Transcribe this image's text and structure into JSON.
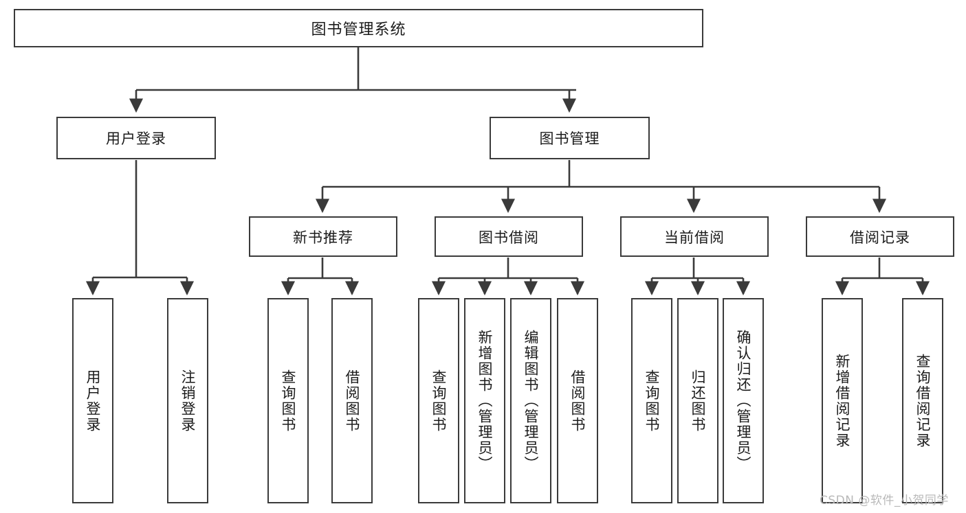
{
  "diagram": {
    "type": "tree-hierarchy",
    "title": "图书管理系统",
    "watermark": "CSDN @软件_小贺同学",
    "colors": {
      "box_border": "#3a3a3a",
      "box_fill": "#ffffff",
      "connector": "#3a3a3a",
      "text": "#1b1b1b",
      "watermark": "#b9b9b9"
    },
    "root": {
      "label": "图书管理系统"
    },
    "level2": [
      {
        "label": "用户登录"
      },
      {
        "label": "图书管理"
      }
    ],
    "level3": [
      {
        "label": "新书推荐"
      },
      {
        "label": "图书借阅"
      },
      {
        "label": "当前借阅"
      },
      {
        "label": "借阅记录"
      }
    ],
    "leaves": {
      "user_login": [
        {
          "label": "用户登录"
        },
        {
          "label": "注销登录"
        }
      ],
      "new_book": [
        {
          "label": "查询图书"
        },
        {
          "label": "借阅图书"
        }
      ],
      "book_borrow": [
        {
          "label": "查询图书"
        },
        {
          "label": "新增图书（管理员）"
        },
        {
          "label": "编辑图书（管理员）"
        },
        {
          "label": "借阅图书"
        }
      ],
      "current_borrow": [
        {
          "label": "查询图书"
        },
        {
          "label": "归还图书"
        },
        {
          "label": "确认归还（管理员）"
        }
      ],
      "borrow_record": [
        {
          "label": "新增借阅记录"
        },
        {
          "label": "查询借阅记录"
        }
      ]
    }
  }
}
